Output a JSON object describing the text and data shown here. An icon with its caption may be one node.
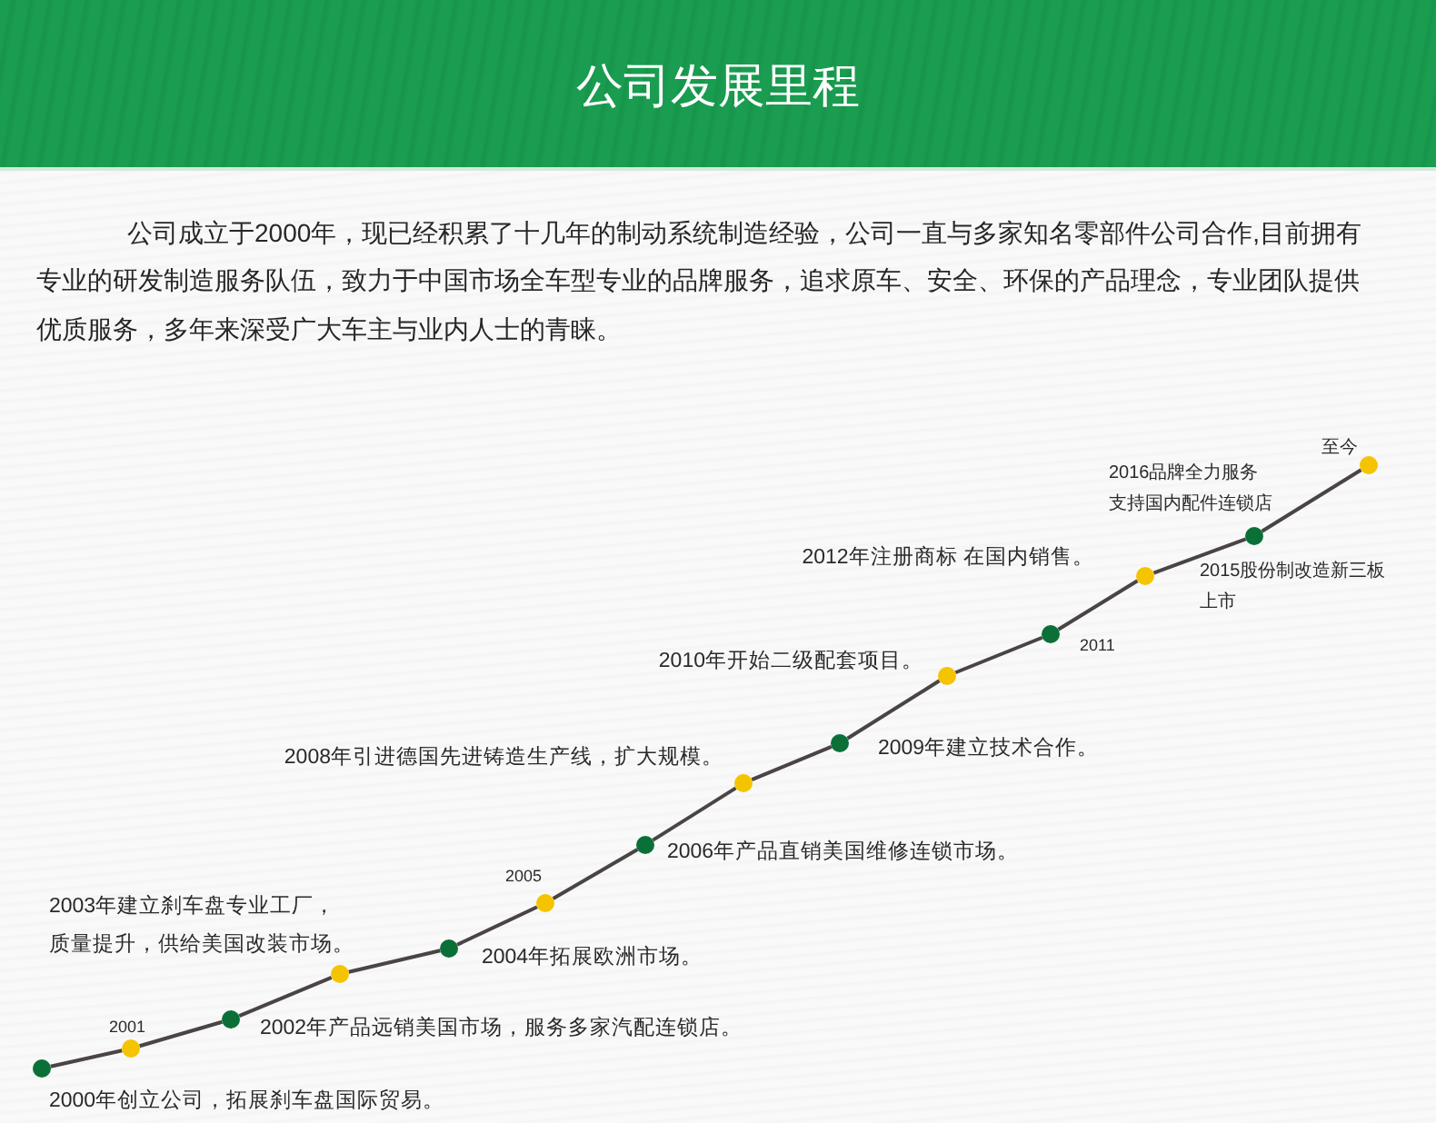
{
  "diagram": {
    "title": "公司发展里程",
    "nodes": [
      {
        "text": [],
        "shape": "circle",
        "beside": [
          "2000年创立公司，拓展刹车盘国际贸易。"
        ]
      },
      {
        "text": [],
        "shape": "circle",
        "beside": [
          "2001"
        ]
      },
      {
        "text": [],
        "shape": "circle",
        "beside": [
          "2002年产品远销美国市场，服务多家汽配连锁店。"
        ]
      },
      {
        "text": [],
        "shape": "circle",
        "beside": [
          "2003年建立刹车盘专业工厂，质量提升，供给美国改装市场。"
        ]
      },
      {
        "text": [],
        "shape": "circle",
        "beside": [
          "2004年拓展欧洲市场。"
        ]
      },
      {
        "text": [],
        "shape": "circle",
        "beside": [
          "2005"
        ]
      },
      {
        "text": [],
        "shape": "circle",
        "beside": [
          "2006年产品直销美国维修连锁市场。"
        ]
      },
      {
        "text": [],
        "shape": "circle",
        "beside": [
          "2008年引进德国先进铸造生产线，扩大规模。"
        ]
      },
      {
        "text": [],
        "shape": "circle",
        "beside": [
          "2009年建立技术合作。"
        ]
      },
      {
        "text": [],
        "shape": "circle",
        "beside": [
          "2010年开始二级配套项目。"
        ]
      },
      {
        "text": [],
        "shape": "circle",
        "beside": [
          "2011"
        ]
      },
      {
        "text": [],
        "shape": "circle",
        "beside": [
          "2012年注册商标 在国内销售。"
        ]
      },
      {
        "text": [],
        "shape": "circle",
        "beside": [
          "2016品牌全力服务支持国内配件连锁店",
          "2015股份制改造新三板上市"
        ]
      },
      {
        "text": [],
        "shape": "circle",
        "beside": [
          "至今"
        ]
      }
    ],
    "edges": [
      {
        "from": 0,
        "to": 1,
        "arrow": "none"
      },
      {
        "from": 1,
        "to": 2,
        "arrow": "none"
      },
      {
        "from": 2,
        "to": 3,
        "arrow": "none"
      },
      {
        "from": 3,
        "to": 4,
        "arrow": "none"
      },
      {
        "from": 4,
        "to": 5,
        "arrow": "none"
      },
      {
        "from": 5,
        "to": 6,
        "arrow": "none"
      },
      {
        "from": 6,
        "to": 7,
        "arrow": "none"
      },
      {
        "from": 7,
        "to": 8,
        "arrow": "none"
      },
      {
        "from": 8,
        "to": 9,
        "arrow": "none"
      },
      {
        "from": 9,
        "to": 10,
        "arrow": "none"
      },
      {
        "from": 10,
        "to": 11,
        "arrow": "none"
      },
      {
        "from": 11,
        "to": 12,
        "arrow": "none"
      },
      {
        "from": 12,
        "to": 13,
        "arrow": "none"
      }
    ],
    "labels": [
      "公司成立于2000年，现已经积累了十几年的制动系统制造经验，公司一直与多家知名零部件公司合作,目前拥有专业的研发制造服务队伍，致力于中国市场全车型专业的品牌服务，追求原车、安全、环保的产品理念，专业团队提供优质服务，多年来深受广大车主与业内人士的青睐。"
    ]
  }
}
